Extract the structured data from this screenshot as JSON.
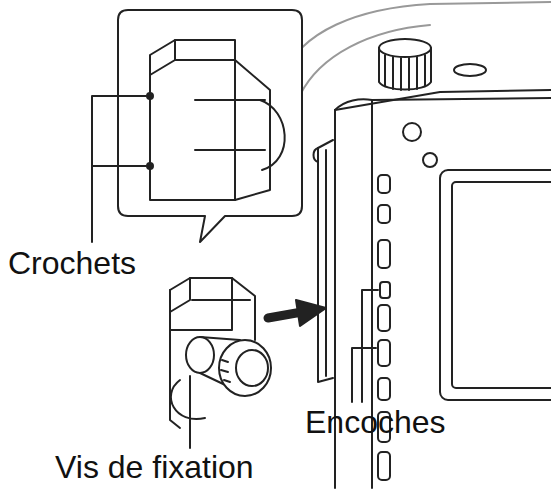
{
  "diagram": {
    "labels": [
      "Crochets",
      "Encoches",
      "Vis de fixation"
    ]
  }
}
